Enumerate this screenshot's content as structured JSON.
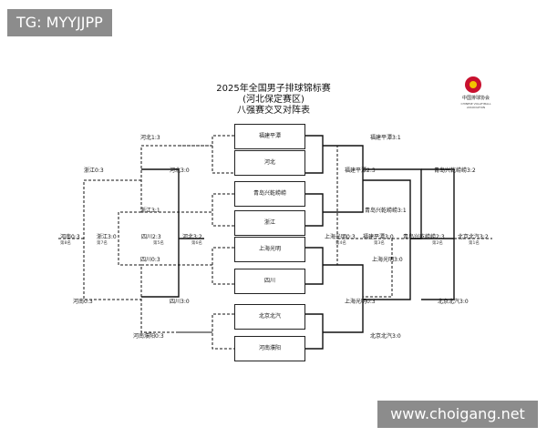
{
  "watermarks": {
    "top_left": "TG: MYYJJPP",
    "bottom_right": "www.choigang.net"
  },
  "title": {
    "line1": "2025年全国男子排球锦标赛",
    "line2": "(河北保定赛区)",
    "line3": "八强赛交叉对阵表"
  },
  "logo": {
    "text": "中国排球协会",
    "sub": "CHINESE VOLLEYBALL ASSOCIATION"
  },
  "teams": [
    "福建平潭",
    "河北",
    "青岛兴乾崂崂",
    "浙江",
    "上海光明",
    "四川",
    "北京北汽",
    "河南濮阳"
  ],
  "left": {
    "r1": [
      "河北1:3",
      "浙江3:1",
      "四川3:0",
      "河南濮阳0:3"
    ],
    "r2": [
      "浙江0:3",
      "河北3:0",
      "四川0:3",
      "河南0:3",
      "四川3:0"
    ],
    "r3": [
      "浙江3:0",
      "四川2:3",
      "河北3:2"
    ],
    "r4": [
      "河南0:3"
    ],
    "places": [
      "第5名",
      "第6名",
      "第7名",
      "第8名"
    ]
  },
  "right": {
    "r1": [
      "福建平潭3:1",
      "青岛兴乾崂崂3:1",
      "上海光明3:0",
      "北京北汽3:0"
    ],
    "r2": [
      "福建平潭2:3",
      "青岛兴乾崂崂3:2",
      "上海光明0:3",
      "北京北汽3:0"
    ],
    "r3": [
      "上海光明0:3",
      "福建平潭3:0",
      "青岛兴乾崂崂2:3"
    ],
    "r4": [
      "北京北汽3:2"
    ],
    "places": [
      "第4名",
      "第3名",
      "第2名",
      "第1名"
    ]
  }
}
